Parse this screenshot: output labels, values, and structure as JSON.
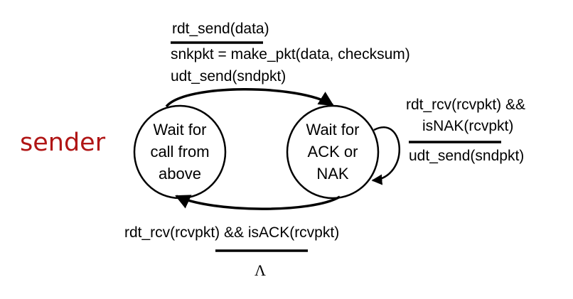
{
  "role_label": "sender",
  "colors": {
    "role_label": "#b01515",
    "ink": "#000000"
  },
  "states": [
    {
      "id": "wait-call",
      "lines": [
        "Wait for",
        "call from",
        "above"
      ]
    },
    {
      "id": "wait-ack",
      "lines": [
        "Wait for",
        "ACK or",
        "NAK"
      ]
    }
  ],
  "transitions": {
    "send": {
      "event": "rdt_send(data)",
      "actions": [
        "snkpkt = make_pkt(data, checksum)",
        "udt_send(sndpkt)"
      ]
    },
    "nak_loop": {
      "event_lines": [
        "rdt_rcv(rcvpkt) &&",
        "isNAK(rcvpkt)"
      ],
      "action": "udt_send(sndpkt)"
    },
    "ack": {
      "event": "rdt_rcv(rcvpkt) && isACK(rcvpkt)",
      "action": "Λ"
    }
  }
}
